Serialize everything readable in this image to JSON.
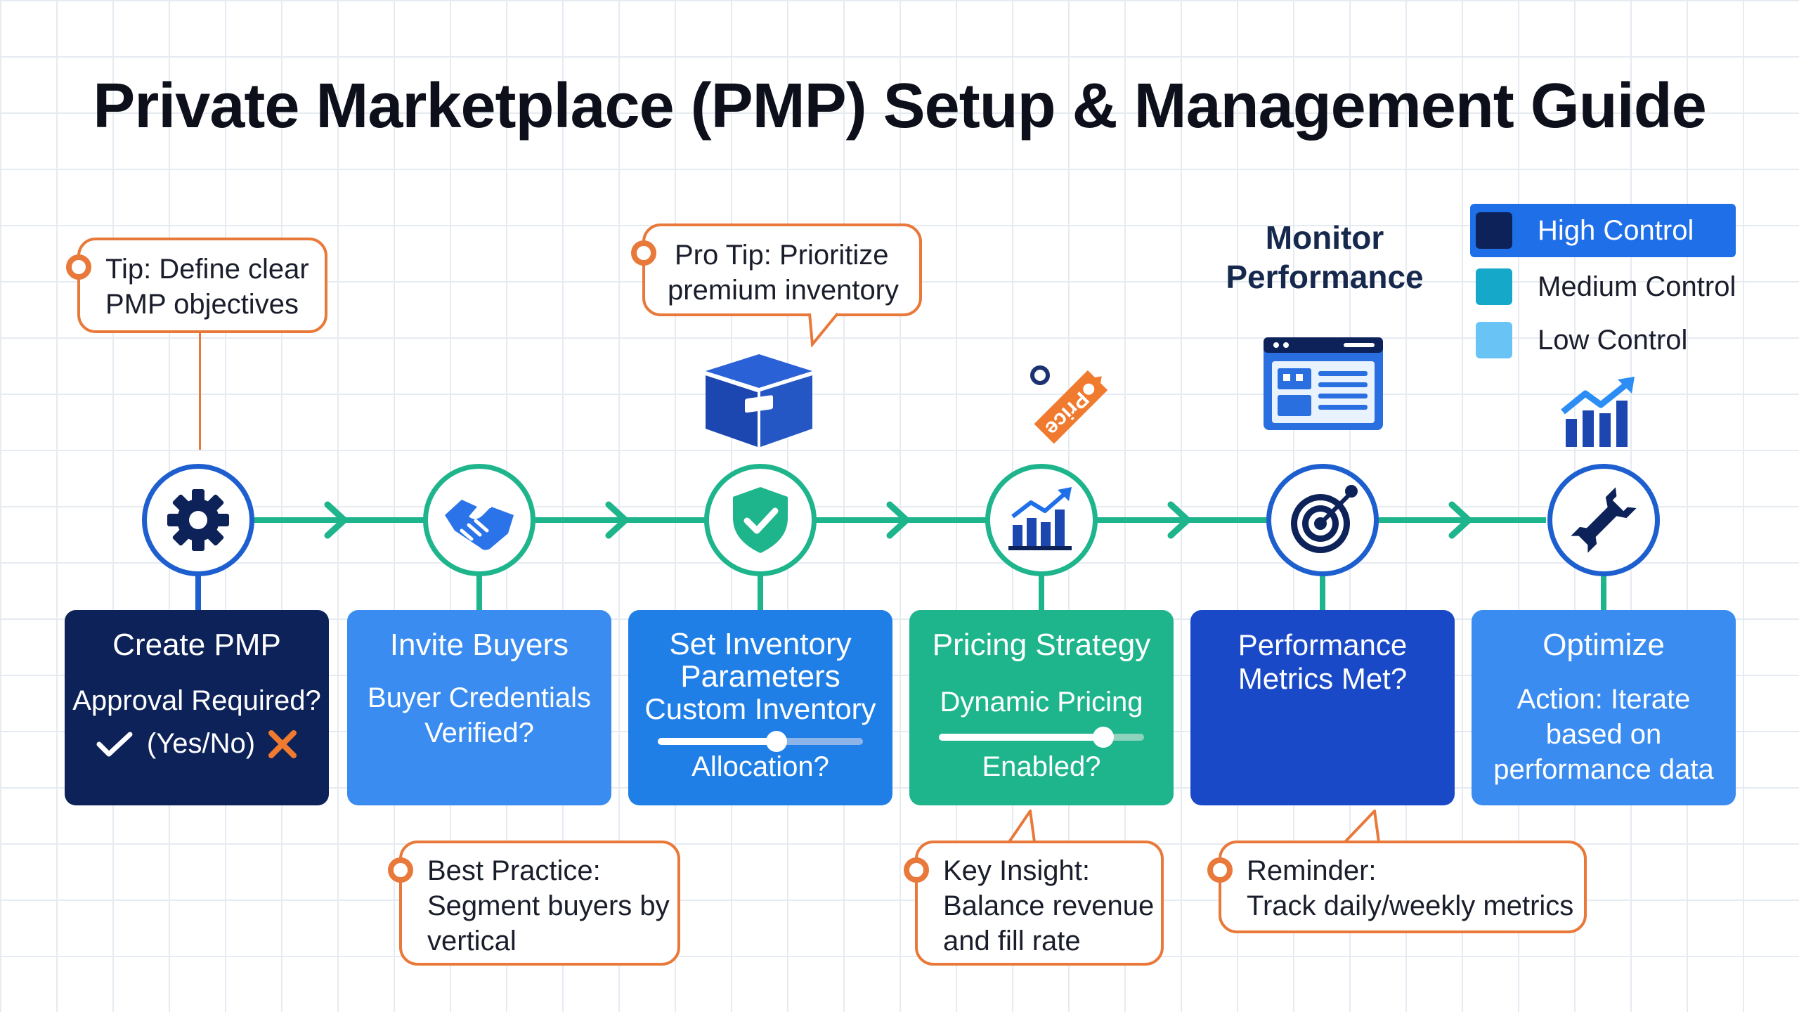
{
  "title": "Private Marketplace (PMP) Setup & Management Guide",
  "colors": {
    "high_control": "#0d2259",
    "medium_control": "#16a8c9",
    "low_control": "#69c4f5",
    "accent_orange": "#e8793a",
    "connector_green": "#1fb58c"
  },
  "callouts": {
    "tip": [
      "Tip: Define clear",
      "PMP objectives"
    ],
    "pro_tip": [
      "Pro Tip: Prioritize",
      "premium inventory"
    ],
    "best_practice": [
      "Best Practice:",
      "Segment buyers by",
      "vertical"
    ],
    "key_insight": [
      "Key Insight:",
      "Balance revenue",
      "and fill rate"
    ],
    "reminder": [
      "Reminder:",
      "Track daily/weekly metrics"
    ]
  },
  "monitor_label": [
    "Monitor",
    "Performance"
  ],
  "price_tag_text": "Price",
  "legend": [
    {
      "label": "High Control",
      "color": "#0d2259"
    },
    {
      "label": "Medium Control",
      "color": "#16a8c9"
    },
    {
      "label": "Low Control",
      "color": "#69c4f5"
    }
  ],
  "steps": [
    {
      "title": "Create PMP",
      "sub": [
        "Approval Required?"
      ],
      "yes_no": "(Yes/No)",
      "icon": "gear-icon",
      "color": "#0d2259"
    },
    {
      "title": "Invite Buyers",
      "sub": [
        "Buyer Credentials",
        "Verified?"
      ],
      "icon": "handshake-icon",
      "color": "#3a8cf0"
    },
    {
      "title_lines": [
        "Set Inventory",
        "Parameters",
        "Custom Inventory"
      ],
      "sub": [
        "Allocation?"
      ],
      "icon": "shield-check-icon",
      "color": "#1f7fe6",
      "slider_level": 0.58
    },
    {
      "title": "Pricing Strategy",
      "sub": [
        "Dynamic Pricing",
        "Enabled?"
      ],
      "icon": "bar-chart-up-icon",
      "color": "#1fb58c",
      "slider_level": 0.8
    },
    {
      "title_lines": [
        "Performance",
        "Metrics Met?"
      ],
      "icon": "target-icon",
      "color": "#1a49c8"
    },
    {
      "title": "Optimize",
      "sub": [
        "Action: Iterate",
        "based on",
        "performance data"
      ],
      "icon": "wrench-icon",
      "color": "#3a8cf0"
    }
  ]
}
